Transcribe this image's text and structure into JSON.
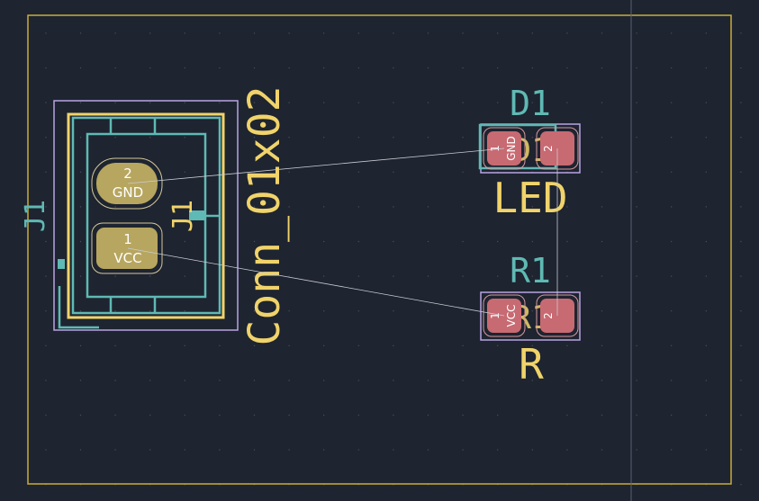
{
  "colors": {
    "background": "#1e2430",
    "grid_dot": "#4a5060",
    "board_edge": "#c9ad3b",
    "courtyard": "#b9a3e3",
    "fab": "#5fb9b4",
    "silk": "#f0d36a",
    "tht_pad": "#b7a65f",
    "smd_pad": "#c86a72",
    "ratsnest": "#c8ccd4",
    "pad_number": "#ffffff",
    "cursor_line": "#5a6070"
  },
  "components": {
    "j1": {
      "reference": "J1",
      "fab_reference": "J1",
      "value": "Conn_01x02",
      "pads": [
        {
          "number": "2",
          "net": "GND"
        },
        {
          "number": "1",
          "net": "VCC"
        }
      ]
    },
    "d1": {
      "reference": "D1",
      "value": "LED",
      "fab_reference": "D1",
      "pads": [
        {
          "number": "1",
          "net": "GND"
        },
        {
          "number": "2",
          "net": ""
        }
      ]
    },
    "r1": {
      "reference": "R1",
      "value": "R",
      "fab_reference": "R1",
      "pads": [
        {
          "number": "1",
          "net": "VCC"
        },
        {
          "number": "2",
          "net": ""
        }
      ]
    }
  }
}
